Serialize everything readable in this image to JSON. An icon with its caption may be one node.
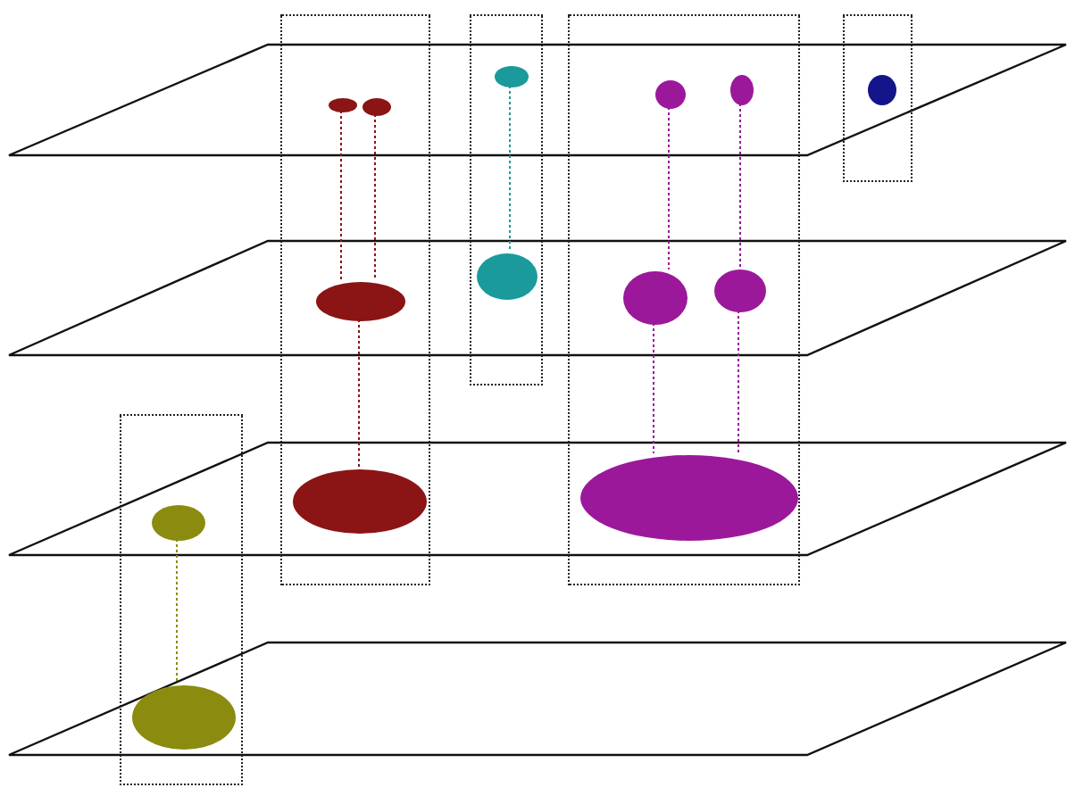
{
  "diagram": {
    "nodes": [
      {
        "text": [],
        "shape": "box"
      },
      {
        "text": [],
        "shape": "ellipse",
        "in": 0
      },
      {
        "text": [],
        "shape": "ellipse",
        "in": 0
      },
      {
        "text": [],
        "shape": "ellipse",
        "in": 0
      },
      {
        "text": [],
        "shape": "ellipse",
        "in": 0
      },
      {
        "text": [],
        "shape": "box"
      },
      {
        "text": [],
        "shape": "ellipse",
        "in": 5
      },
      {
        "text": [],
        "shape": "ellipse",
        "in": 5
      },
      {
        "text": [],
        "shape": "box"
      },
      {
        "text": [],
        "shape": "ellipse",
        "in": 8
      },
      {
        "text": [],
        "shape": "ellipse",
        "in": 8
      },
      {
        "text": [],
        "shape": "ellipse",
        "in": 8
      },
      {
        "text": [],
        "shape": "ellipse",
        "in": 8
      },
      {
        "text": [],
        "shape": "ellipse",
        "in": 8
      },
      {
        "text": [],
        "shape": "box"
      },
      {
        "text": [],
        "shape": "ellipse",
        "in": 14
      },
      {
        "text": [],
        "shape": "box"
      },
      {
        "text": [],
        "shape": "ellipse",
        "in": 16
      },
      {
        "text": [],
        "shape": "ellipse",
        "in": 16
      }
    ],
    "edges": [
      {
        "from": 1,
        "to": 3,
        "arrow": "none",
        "color": "#8b1414"
      },
      {
        "from": 2,
        "to": 3,
        "arrow": "none",
        "color": "#8b1414"
      },
      {
        "from": 3,
        "to": 4,
        "arrow": "none",
        "color": "#8b1414"
      },
      {
        "from": 6,
        "to": 7,
        "arrow": "none",
        "color": "#1a9a9a"
      },
      {
        "from": 9,
        "to": 11,
        "arrow": "none"
      },
      {
        "from": 10,
        "to": 12,
        "arrow": "none"
      },
      {
        "from": 11,
        "to": 13,
        "arrow": "none"
      },
      {
        "from": 12,
        "to": 13,
        "arrow": "none"
      },
      {
        "from": 17,
        "to": 18,
        "arrow": "none",
        "color": "#8b8b10"
      }
    ]
  }
}
